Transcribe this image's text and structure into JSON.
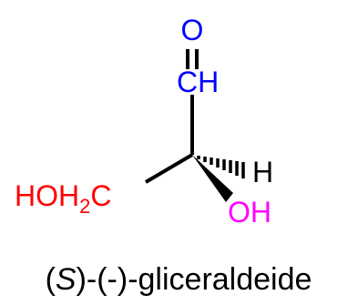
{
  "molecule": {
    "aldehyde_o": "O",
    "aldehyde_ch": "CH",
    "h_label": "H",
    "oh_label": "OH",
    "hoh2c_prefix": "HOH",
    "hoh2c_sub": "2",
    "hoh2c_suffix": "C"
  },
  "caption": {
    "open_paren": "(",
    "stereo": "S",
    "rest": ")-(-)-gliceraldeide"
  },
  "colors": {
    "carbonyl": "#0000ff",
    "hydroxymethyl": "#ff0000",
    "hydroxyl": "#ff00ff",
    "bond": "#000000"
  }
}
